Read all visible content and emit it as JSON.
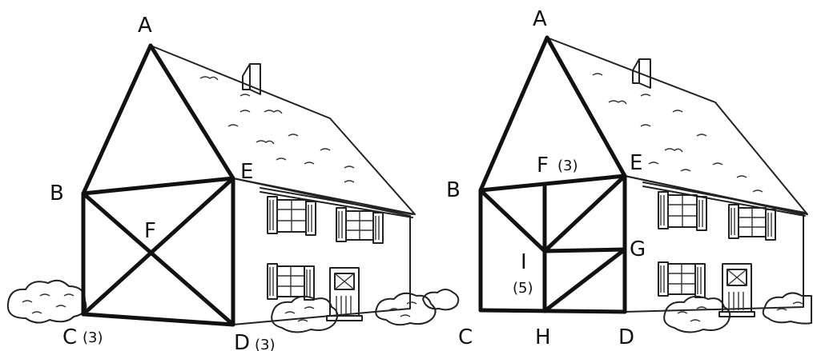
{
  "left_figure": {
    "labels": {
      "A": "A",
      "B": "B",
      "C": "C",
      "C_count": "(3)",
      "D": "D",
      "D_count": "(3)",
      "E": "E",
      "F": "F"
    }
  },
  "right_figure": {
    "labels": {
      "A": "A",
      "B": "B",
      "C": "C",
      "D": "D",
      "E": "E",
      "F": "F",
      "F_count": "(3)",
      "G": "G",
      "H": "H",
      "I": "I",
      "I_count": "(5)"
    }
  }
}
